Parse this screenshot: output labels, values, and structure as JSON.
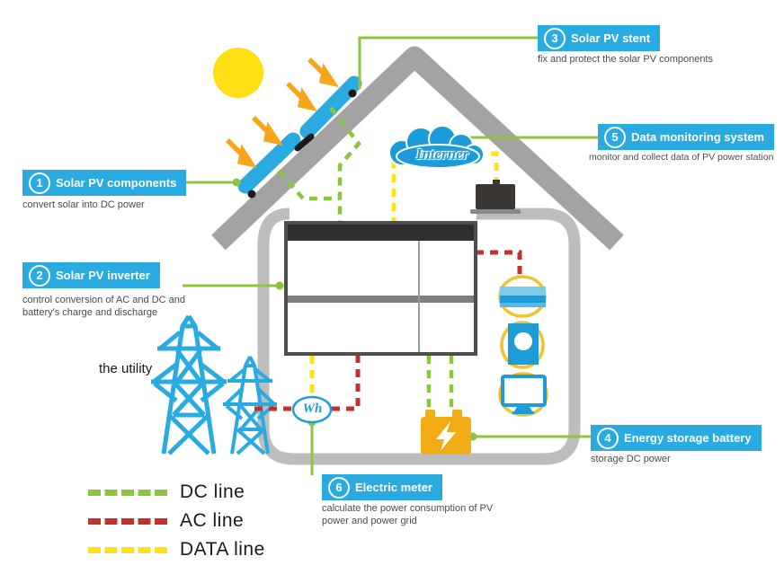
{
  "labels": [
    {
      "num": "1",
      "title": "Solar PV components",
      "desc": "convert solar into DC power"
    },
    {
      "num": "2",
      "title": "Solar PV inverter",
      "desc": "control conversion of AC and DC and battery's charge and discharge"
    },
    {
      "num": "3",
      "title": "Solar PV stent",
      "desc": "fix and protect the solar PV components"
    },
    {
      "num": "4",
      "title": "Energy storage battery",
      "desc": "storage DC power"
    },
    {
      "num": "5",
      "title": "Data monitoring system",
      "desc": "monitor and collect data of PV power station"
    },
    {
      "num": "6",
      "title": "Electric meter",
      "desc": "calculate the power consumption of PV power and power grid"
    }
  ],
  "scene": {
    "cloud_text": "Interner",
    "utility_text": "the utility",
    "meter_text": "Wh"
  },
  "legend": {
    "items": [
      {
        "label": "DC line",
        "color": "#8CC63F"
      },
      {
        "label": "AC line",
        "color": "#C5302C"
      },
      {
        "label": "DATA line",
        "color": "#FFE215"
      }
    ]
  },
  "colors": {
    "accent_blue": "#29ABE2",
    "appliance_blue": "#1E9CD7",
    "dc_green": "#8CC63F",
    "ac_red": "#C5302C",
    "data_yellow": "#FFE215",
    "battery_gold": "#F2AC15",
    "ring_gold": "#EFC32E",
    "sun_yellow": "#FFE014",
    "arrow_orange": "#F9A51A",
    "roof_gray": "#A3A3A3",
    "wall_gray": "#BDBDBD"
  }
}
